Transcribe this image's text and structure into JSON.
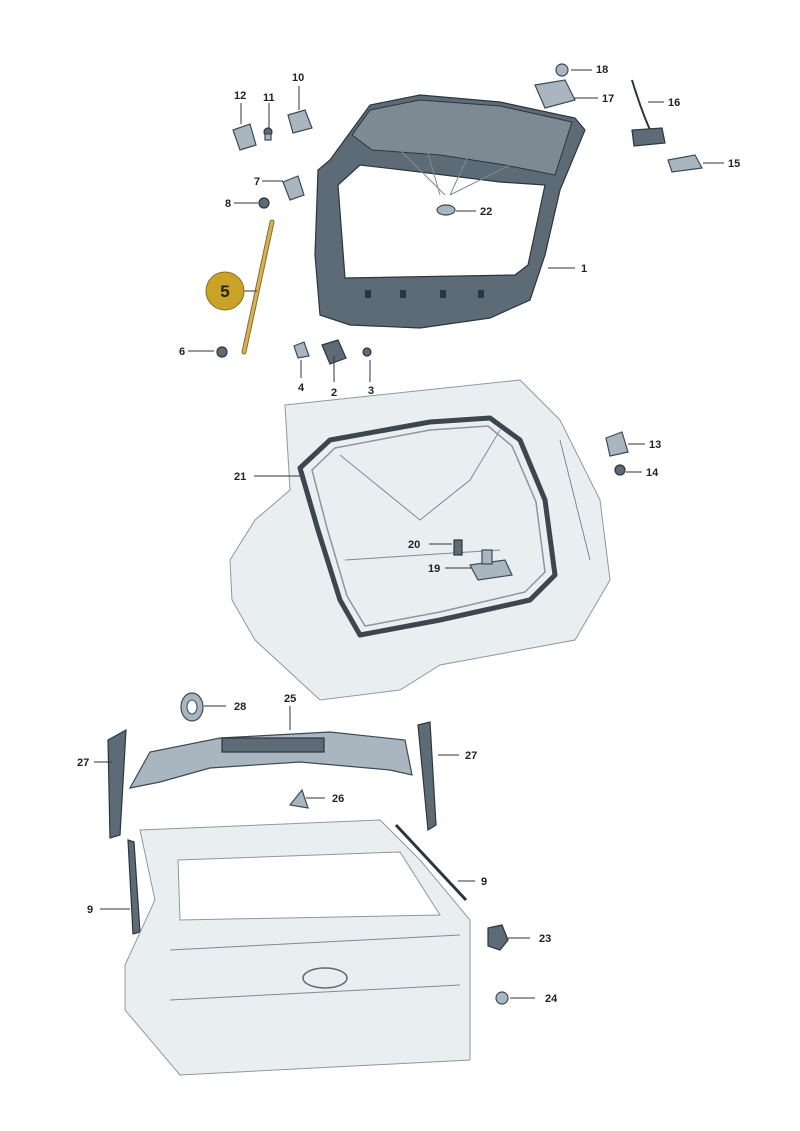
{
  "highlight": {
    "label": "5",
    "color": "#c9a227"
  },
  "callouts": {
    "p1": "1",
    "p2": "2",
    "p3": "3",
    "p4": "4",
    "p6": "6",
    "p7": "7",
    "p8": "8",
    "p9a": "9",
    "p9b": "9",
    "p10": "10",
    "p11": "11",
    "p12": "12",
    "p13": "13",
    "p14": "14",
    "p15": "15",
    "p16": "16",
    "p17": "17",
    "p18": "18",
    "p19": "19",
    "p20": "20",
    "p21": "21",
    "p22": "22",
    "p23": "23",
    "p24": "24",
    "p25": "25",
    "p26": "26",
    "p27a": "27",
    "p27b": "27",
    "p28": "28"
  },
  "colors": {
    "body": "#e9eef1",
    "part": "#a9b6c0",
    "dark": "#5d6b76",
    "strut": "#d2b15a"
  }
}
